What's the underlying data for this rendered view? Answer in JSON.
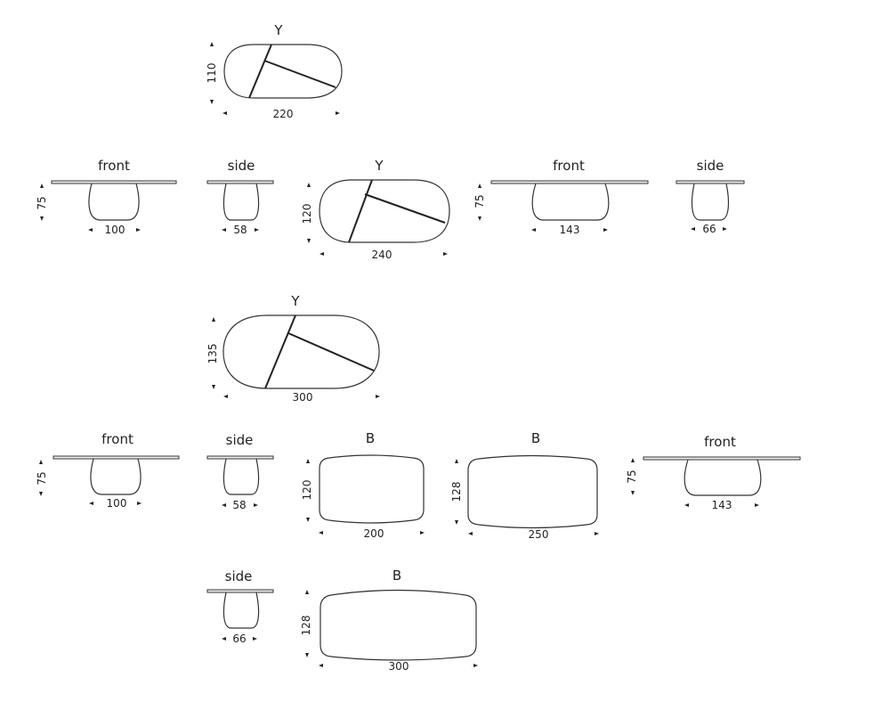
{
  "labels": {
    "front": "front",
    "side": "side",
    "y": "Y",
    "b": "B"
  },
  "dims": {
    "d110": "110",
    "d220": "220",
    "d75": "75",
    "d100": "100",
    "d58": "58",
    "d120": "120",
    "d240": "240",
    "d143": "143",
    "d66": "66",
    "d135": "135",
    "d300": "300",
    "d200": "200",
    "d128": "128",
    "d250": "250"
  },
  "colors": {
    "line": "#333333",
    "background": "#ffffff"
  }
}
